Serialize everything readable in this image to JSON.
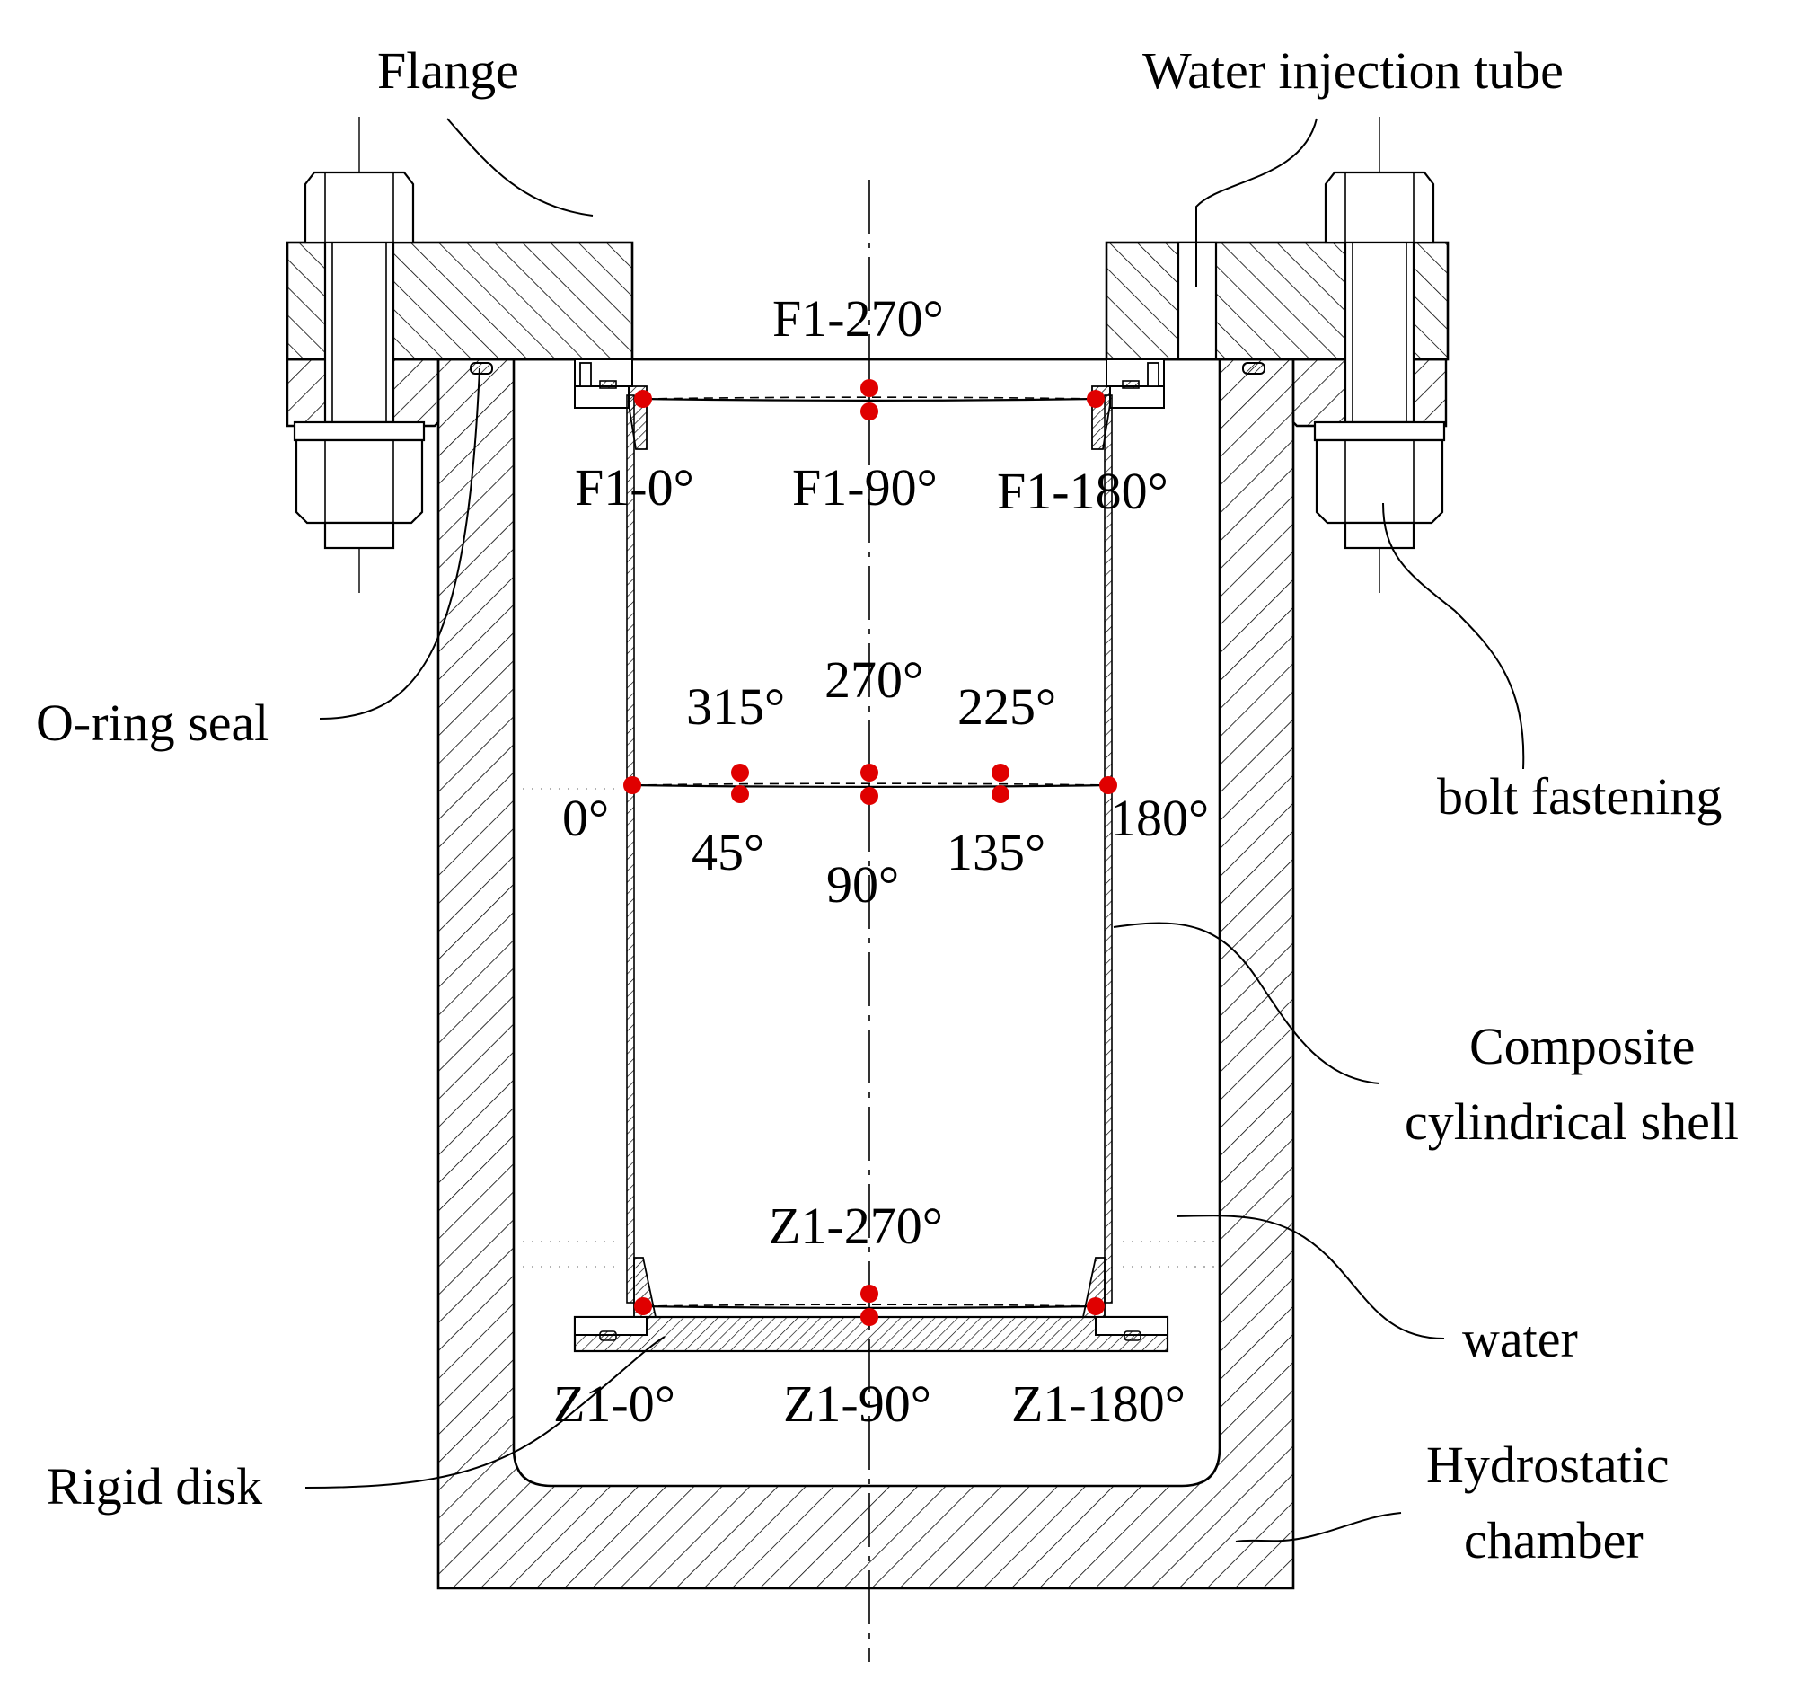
{
  "callouts": {
    "flange": "Flange",
    "water_injection_tube": "Water injection tube",
    "o_ring_seal": "O-ring seal",
    "bolt_fastening": "bolt fastening",
    "composite_shell_line1": "Composite",
    "composite_shell_line2": "cylindrical shell",
    "water": "water",
    "rigid_disk": "Rigid disk",
    "hydrostatic_line1": "Hydrostatic",
    "hydrostatic_line2": "chamber"
  },
  "top_ring": {
    "label_270": "F1-270°",
    "label_0": "F1-0°",
    "label_90": "F1-90°",
    "label_180": "F1-180°"
  },
  "middle_ring": {
    "label_0": "0°",
    "label_45": "45°",
    "label_90": "90°",
    "label_135": "135°",
    "label_180": "180°",
    "label_225": "225°",
    "label_270": "270°",
    "label_315": "315°"
  },
  "bottom_ring": {
    "label_270": "Z1-270°",
    "label_0": "Z1-0°",
    "label_90": "Z1-90°",
    "label_180": "Z1-180°"
  },
  "colors": {
    "measurement_point": "#e00000",
    "line": "#000000",
    "background": "#ffffff"
  }
}
